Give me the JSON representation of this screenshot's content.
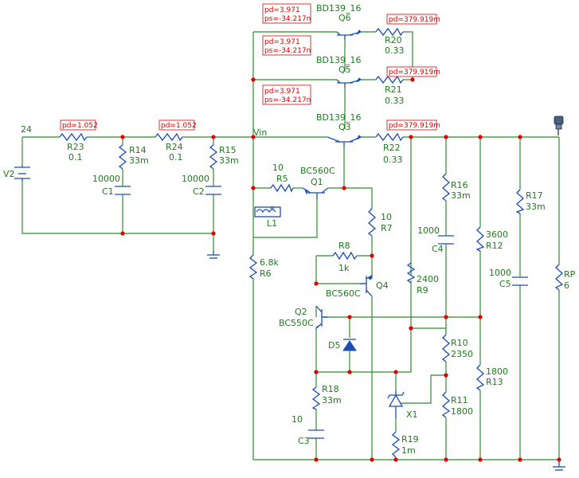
{
  "net_labels": {
    "supply": "24",
    "vin": "Vin"
  },
  "power_probe": {
    "icon": "probe-icon"
  },
  "components": {
    "V2": {
      "name": "V2"
    },
    "R23": {
      "name": "R23",
      "value": "0.1"
    },
    "R14": {
      "name": "R14",
      "value": "33m"
    },
    "C1": {
      "name": "C1",
      "value": "10000"
    },
    "R24": {
      "name": "R24",
      "value": "0.1"
    },
    "R15": {
      "name": "R15",
      "value": "33m"
    },
    "C2": {
      "name": "C2",
      "value": "10000"
    },
    "Q6": {
      "name": "Q6",
      "model": "BD139_16"
    },
    "Q5": {
      "name": "Q5",
      "model": "BD139_16"
    },
    "Q3": {
      "name": "Q3",
      "model": "BD139_16"
    },
    "R20": {
      "name": "R20",
      "value": "0.33"
    },
    "R21": {
      "name": "R21",
      "value": "0.33"
    },
    "R22": {
      "name": "R22",
      "value": "0.33"
    },
    "R5": {
      "name": "R5",
      "value": "10"
    },
    "Q1": {
      "name": "Q1",
      "model": "BC560C"
    },
    "L1": {
      "name": "L1"
    },
    "R7": {
      "name": "R7",
      "value": "10"
    },
    "R8": {
      "name": "R8",
      "value": "1k"
    },
    "Q4": {
      "name": "Q4",
      "model": "BC560C"
    },
    "R6": {
      "name": "R6",
      "value": "6.8k"
    },
    "Q2": {
      "name": "Q2",
      "model": "BC550C"
    },
    "D5": {
      "name": "D5"
    },
    "R9": {
      "name": "R9",
      "value": "2400"
    },
    "R18": {
      "name": "R18",
      "value": "33m"
    },
    "C3": {
      "name": "C3",
      "value": "10"
    },
    "X1": {
      "name": "X1"
    },
    "R19": {
      "name": "R19",
      "value": "1m"
    },
    "R16": {
      "name": "R16",
      "value": "33m"
    },
    "C4": {
      "name": "C4",
      "value": "1000"
    },
    "R10": {
      "name": "R10",
      "value": "2350"
    },
    "R11": {
      "name": "R11",
      "value": "1800"
    },
    "R12": {
      "name": "R12",
      "value": "3600"
    },
    "R13": {
      "name": "R13",
      "value": "1800"
    },
    "R17": {
      "name": "R17",
      "value": "33m"
    },
    "C5": {
      "name": "C5",
      "value": "1000"
    },
    "RP": {
      "name": "RP",
      "value": "6"
    }
  },
  "annotations": {
    "pd_r23": "pd=1.052",
    "pd_r24": "pd=1.052",
    "q6_pd": "pd=3.971",
    "q6_ps": "ps=-34.217n",
    "q5_pd": "pd=3.971",
    "q5_ps": "ps=-34.217n",
    "q3_pd": "pd=3.971",
    "q3_ps": "ps=-34.217n",
    "pd_r20": "pd=379.919m",
    "pd_r21": "pd=379.919m",
    "pd_r22": "pd=379.919m"
  }
}
